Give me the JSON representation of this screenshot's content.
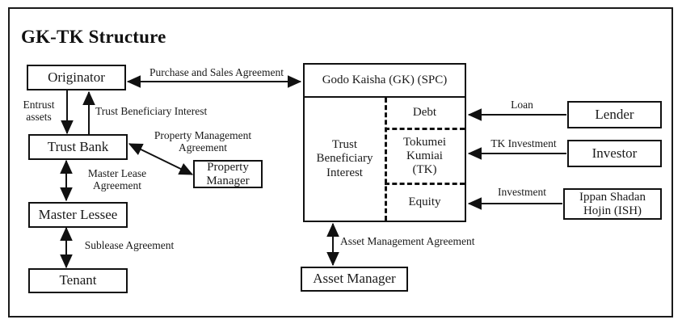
{
  "diagram": {
    "title": "GK-TK Structure",
    "type": "flow-diagram",
    "nodes": {
      "originator": {
        "label": "Originator"
      },
      "trust_bank": {
        "label": "Trust Bank"
      },
      "property_manager": {
        "label": "Property\nManager"
      },
      "master_lessee": {
        "label": "Master Lessee"
      },
      "tenant": {
        "label": "Tenant"
      },
      "asset_manager": {
        "label": "Asset Manager"
      },
      "lender": {
        "label": "Lender"
      },
      "investor": {
        "label": "Investor"
      },
      "ish": {
        "label": "Ippan Shadan\nHojin (ISH)"
      }
    },
    "gk": {
      "header": "Godo Kaisha (GK)\n(SPC)",
      "left_cell": "Trust\nBeneficiary\nInterest",
      "right_cells": [
        {
          "label": "Debt"
        },
        {
          "label": "Tokumei\nKumiai\n(TK)"
        },
        {
          "label": "Equity"
        }
      ]
    },
    "edges": [
      {
        "label": "Purchase and Sales Agreement",
        "from": "originator",
        "to": "gk",
        "arrow": "both"
      },
      {
        "label": "Entrust\nassets",
        "from": "originator",
        "to": "trust_bank",
        "arrow": "to"
      },
      {
        "label": "Trust Beneficiary Interest",
        "from": "trust_bank",
        "to": "originator",
        "arrow": "to"
      },
      {
        "label": "Property Management\nAgreement",
        "from": "property_manager",
        "to": "trust_bank",
        "arrow": "both"
      },
      {
        "label": "Master Lease\nAgreement",
        "from": "trust_bank",
        "to": "master_lessee",
        "arrow": "both"
      },
      {
        "label": "Sublease Agreement",
        "from": "master_lessee",
        "to": "tenant",
        "arrow": "both"
      },
      {
        "label": "Asset Management Agreement",
        "from": "gk",
        "to": "asset_manager",
        "arrow": "both"
      },
      {
        "label": "Loan",
        "from": "lender",
        "to": "gk_debt",
        "arrow": "to"
      },
      {
        "label": "TK Investment",
        "from": "investor",
        "to": "gk_tk",
        "arrow": "to"
      },
      {
        "label": "Investment",
        "from": "ish",
        "to": "gk_equity",
        "arrow": "to"
      }
    ],
    "colors": {
      "line": "#111111",
      "background": "#ffffff",
      "text": "#1a1a1a"
    }
  }
}
